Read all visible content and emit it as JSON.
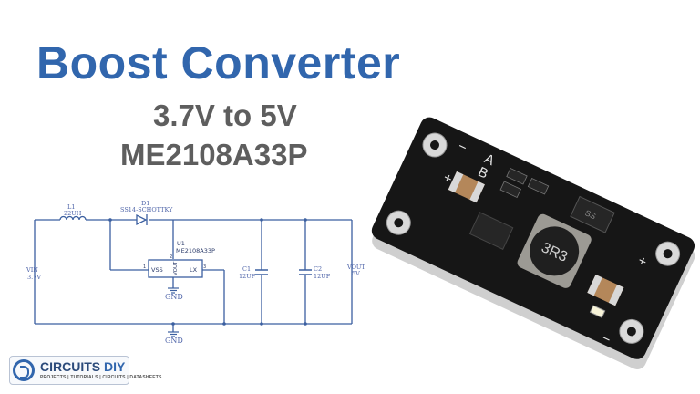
{
  "header": {
    "title": "Boost Converter",
    "voltage": "3.7V to 5V",
    "part": "ME2108A33P"
  },
  "schematic": {
    "inductor_ref": "L1",
    "inductor_value": "22UH",
    "diode_ref": "D1",
    "diode_value": "SS14-SCHOTTKY",
    "ic_ref": "U1",
    "ic_value": "ME2108A33P",
    "pin_vss": "VSS",
    "pin_vout": "VOUT",
    "pin_lx": "LX",
    "pin1": "1",
    "pin2": "2",
    "pin3": "3",
    "gnd1": "GND",
    "gnd2": "GND",
    "vin_label": "VIN",
    "vin_value": "3.7V",
    "c1_ref": "C1",
    "c1_value": "12UF",
    "c2_ref": "C2",
    "c2_value": "12UF",
    "vout_label": "VOUT",
    "vout_value": "5V"
  },
  "board": {
    "silk_a": "A",
    "silk_b": "B",
    "silk_minus_top": "−",
    "silk_plus_left": "+",
    "silk_plus_right": "+",
    "silk_minus_right": "−",
    "inductor_marking": "3R3",
    "diode_marking": "SS"
  },
  "logo": {
    "brand_main": "CIRCUITS",
    "brand_accent": "DIY",
    "tagline": "PROJECTS | TUTORIALS | CIRCUITS | DATASHEETS"
  },
  "colors": {
    "title": "#3166ad",
    "subtitle": "#5e5e5e",
    "wire": "#3b5fa0",
    "label": "#4d63a8",
    "board": "#161616"
  }
}
